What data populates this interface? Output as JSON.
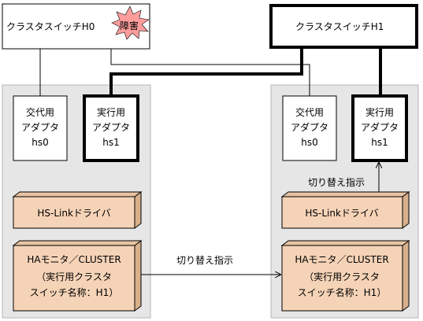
{
  "switches": {
    "h0": {
      "label": "クラスタスイッチH0",
      "fault_badge": "障害"
    },
    "h1": {
      "label": "クラスタスイッチH1"
    }
  },
  "left_server": {
    "standby_adapter": {
      "line1": "交代用",
      "line2": "アダプタ",
      "line3": "hs0"
    },
    "active_adapter": {
      "line1": "実行用",
      "line2": "アダプタ",
      "line3": "hs1"
    },
    "hslink_driver": {
      "label": "HS-Linkドライバ"
    },
    "ha_monitor": {
      "line1": "HAモニタ／CLUSTER",
      "line2": "（実行用クラスタ",
      "line3": "スイッチ名称：H1）"
    }
  },
  "right_server": {
    "standby_adapter": {
      "line1": "交代用",
      "line2": "アダプタ",
      "line3": "hs0"
    },
    "active_adapter": {
      "line1": "実行用",
      "line2": "アダプタ",
      "line3": "hs1"
    },
    "hslink_driver": {
      "label": "HS-Linkドライバ"
    },
    "ha_monitor": {
      "line1": "HAモニタ／CLUSTER",
      "line2": "（実行用クラスタ",
      "line3": "スイッチ名称：H1）"
    },
    "switch_instruction": "切り替え指示"
  },
  "arrows": {
    "monitor_to_monitor": "切り替え指示"
  },
  "colors": {
    "server_panel": "#e6e6e6",
    "server_panel_border": "#b5b5b5",
    "driver_face": "#f5d3b7",
    "driver_side": "#d9b08c",
    "fault_badge": "#ff9d9d",
    "line": "#000000"
  }
}
